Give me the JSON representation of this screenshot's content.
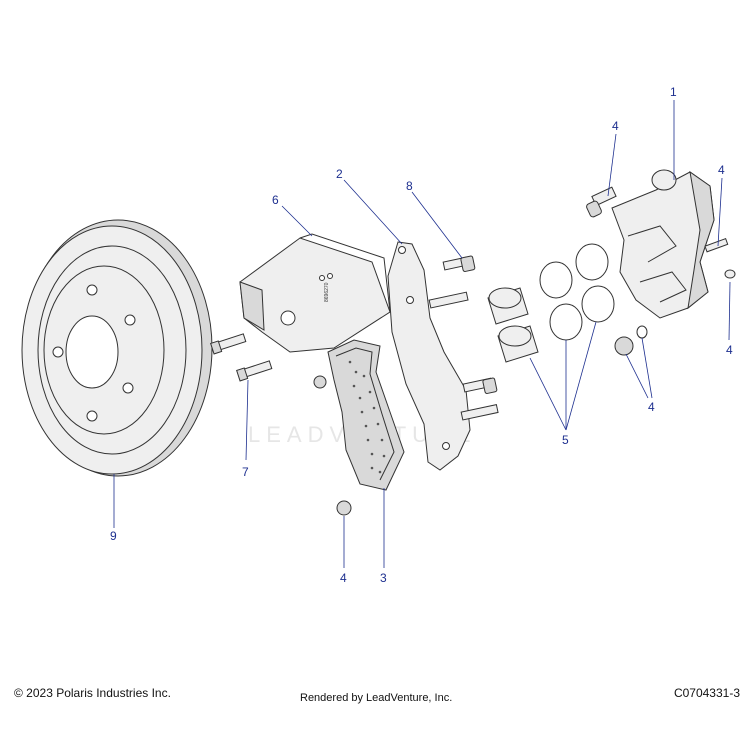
{
  "callouts": {
    "c1": "1",
    "c2": "2",
    "c3": "3",
    "c4a": "4",
    "c4b": "4",
    "c4c": "4",
    "c4d": "4",
    "c4e": "4",
    "c5": "5",
    "c6": "6",
    "c7": "7",
    "c8": "8",
    "c9": "9"
  },
  "watermark": "LEADVENTURE",
  "pad_marking": "8696270",
  "footer": {
    "copyright": "© 2023 Polaris Industries Inc.",
    "rendered_by": "Rendered by LeadVenture, Inc.",
    "diagram_id": "C0704331-3"
  }
}
